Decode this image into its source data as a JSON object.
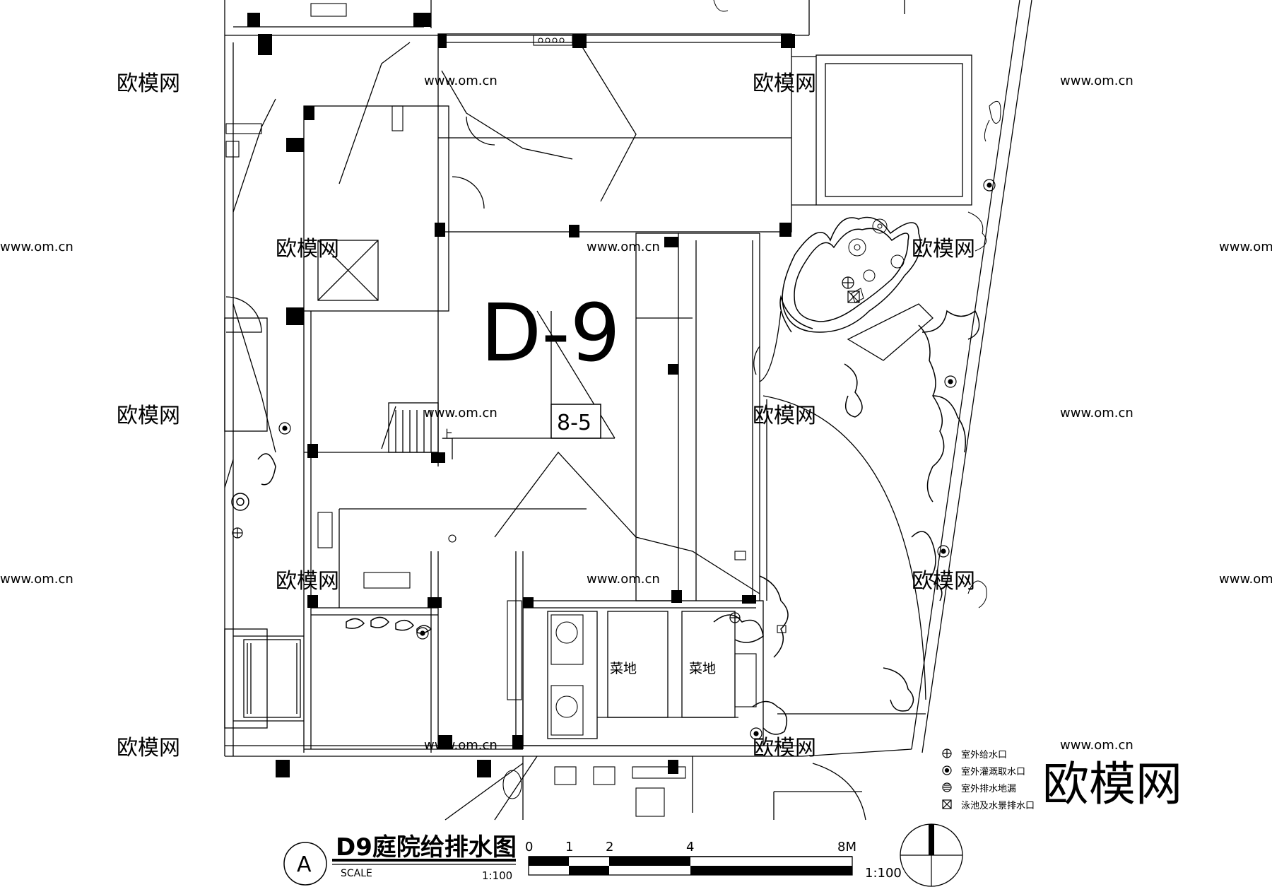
{
  "drawing": {
    "unit_code": "D-9",
    "area_tag": "8-5",
    "room_labels": [
      "菜地",
      "菜地"
    ],
    "stair_label": "上"
  },
  "legend": {
    "items": [
      {
        "icon": "water-supply-outlet-icon",
        "label": "室外给水口"
      },
      {
        "icon": "irrigation-outlet-icon",
        "label": "室外灌溉取水口"
      },
      {
        "icon": "floor-drain-icon",
        "label": "室外排水地漏"
      },
      {
        "icon": "pool-drain-outlet-icon",
        "label": "泳池及水景排水口"
      }
    ]
  },
  "title_block": {
    "marker": "A",
    "title": "D9庭院给排水图",
    "scale_word": "SCALE",
    "scale_value": "1:100"
  },
  "scale_bar": {
    "ticks": [
      "0",
      "1",
      "2",
      "4",
      "8M"
    ],
    "ratio": "1:100"
  },
  "watermarks": {
    "site": "www.om.cn",
    "brand": "欧模网",
    "brand_large": "欧模网"
  }
}
